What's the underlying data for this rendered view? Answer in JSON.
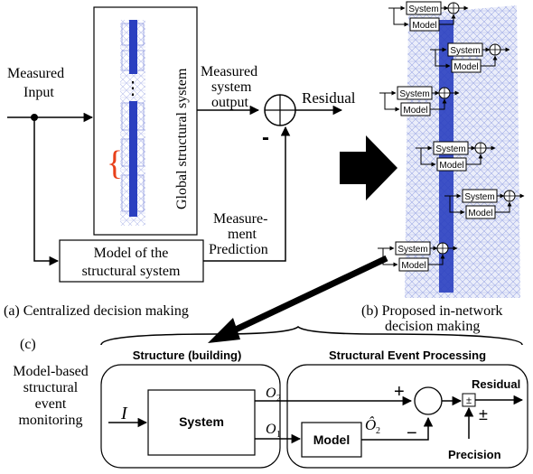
{
  "panel_a": {
    "measured_input": [
      "Measured",
      "Input"
    ],
    "global_system": "Global structural system",
    "ellipsis": "⋮",
    "brace": "{",
    "measured_output": [
      "Measured",
      "system",
      "output"
    ],
    "residual": "Residual",
    "minus": "-",
    "prediction": [
      "Measure-",
      "ment",
      "Prediction"
    ],
    "model_box": [
      "Model of the",
      "structural system"
    ],
    "caption": "(a) Centralized decision making"
  },
  "panel_b": {
    "system_label": "System",
    "model_label": "Model",
    "caption": [
      "(b) Proposed in-network",
      "decision making"
    ]
  },
  "panel_c": {
    "tag": "(c)",
    "side_label": [
      "Model-based",
      "structural",
      "event",
      "monitoring"
    ],
    "structure_title": "Structure (building)",
    "processing_title": "Structural Event Processing",
    "input_label": "I",
    "system_label": "System",
    "o2_label": "O",
    "o2_sub": "2",
    "o1_label": "O",
    "o1_sub": "1",
    "plus": "+",
    "minus": "−",
    "model_label": "Model",
    "estimate_label": "Ô",
    "estimate_sub": "2",
    "residual": "Residual",
    "pm_box": "±",
    "pm_out": "±",
    "precision": "Precision"
  },
  "colors": {
    "brace": "#e8401a",
    "tower": "#2a3fc0",
    "mesh": "#6c79d6",
    "arrow": "#000000"
  }
}
